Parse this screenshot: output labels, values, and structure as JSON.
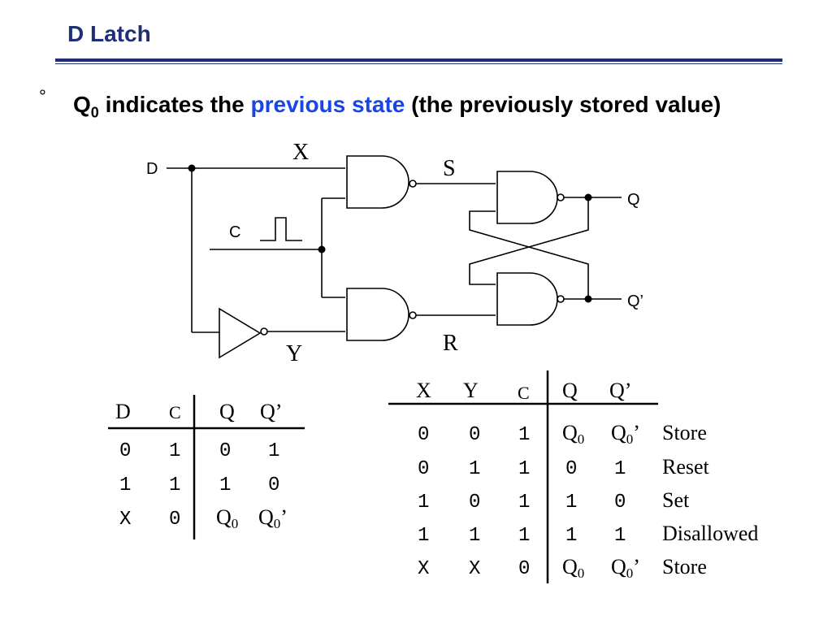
{
  "slide": {
    "title": "D Latch",
    "bullet": {
      "marker": "°",
      "q_symbol": "Q",
      "q_subscript": "0",
      "text_before": " indicates the ",
      "highlight": "previous state",
      "text_after": " (the previously stored value)"
    }
  },
  "circuit": {
    "labels": {
      "d": "D",
      "c": "C",
      "x": "X",
      "y": "Y",
      "s": "S",
      "r": "R",
      "q": "Q",
      "qbar": "Q’"
    }
  },
  "table_small": {
    "headers": [
      "D",
      "C",
      "Q",
      "Q’"
    ],
    "rows": [
      [
        "0",
        "1",
        "0",
        "1"
      ],
      [
        "1",
        "1",
        "1",
        "0"
      ],
      [
        "X",
        "0",
        "Q0",
        "Q0’"
      ]
    ]
  },
  "table_large": {
    "headers": [
      "X",
      "Y",
      "C",
      "Q",
      "Q’"
    ],
    "rows": [
      [
        "0",
        "0",
        "1",
        "Q0",
        "Q0’",
        "Store"
      ],
      [
        "0",
        "1",
        "1",
        "0",
        "1",
        "Reset"
      ],
      [
        "1",
        "0",
        "1",
        "1",
        "0",
        "Set"
      ],
      [
        "1",
        "1",
        "1",
        "1",
        "1",
        "Disallowed"
      ],
      [
        "X",
        "X",
        "0",
        "Q0",
        "Q0’",
        "Store"
      ]
    ]
  }
}
